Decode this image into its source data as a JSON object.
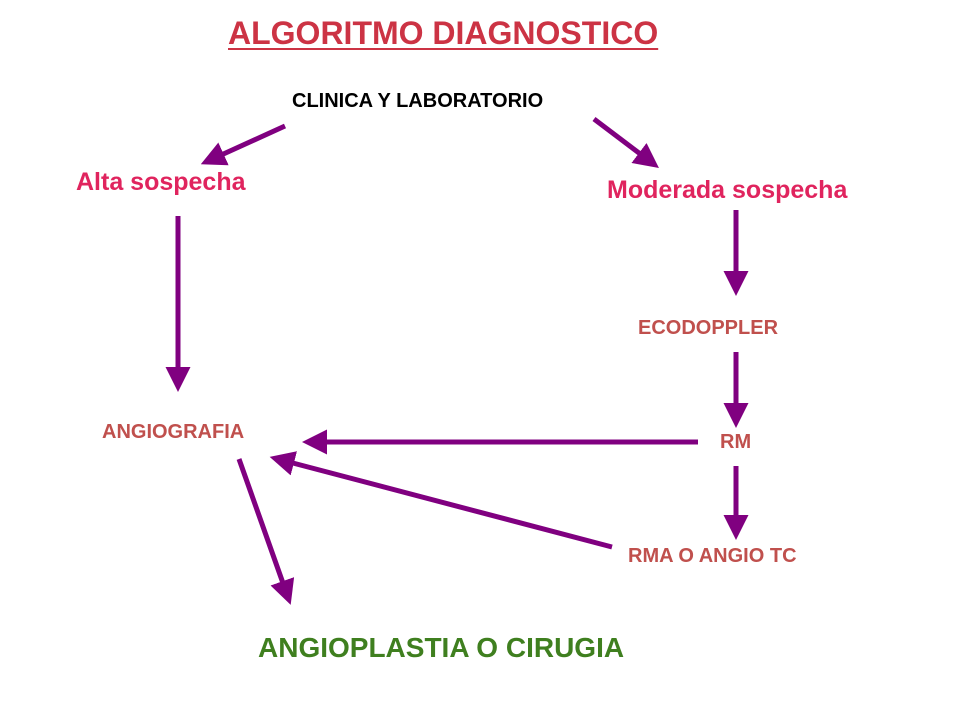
{
  "title": "ALGORITMO DIAGNOSTICO",
  "nodes": {
    "start": "CLINICA Y LABORATORIO",
    "high_suspicion": "Alta sospecha",
    "moderate_suspicion": "Moderada sospecha",
    "ecodoppler": "ECODOPPLER",
    "angiografia": "ANGIOGRAFIA",
    "rm": "RM",
    "rma_angio_tc": "RMA O ANGIO TC",
    "final": "ANGIOPLASTIA O CIRUGIA"
  },
  "edges": [
    {
      "from": "CLINICA Y LABORATORIO",
      "to": "Alta sospecha"
    },
    {
      "from": "CLINICA Y LABORATORIO",
      "to": "Moderada sospecha"
    },
    {
      "from": "Alta sospecha",
      "to": "ANGIOGRAFIA"
    },
    {
      "from": "Moderada sospecha",
      "to": "ECODOPPLER"
    },
    {
      "from": "ECODOPPLER",
      "to": "RM"
    },
    {
      "from": "RM",
      "to": "ANGIOGRAFIA"
    },
    {
      "from": "RM",
      "to": "RMA O ANGIO TC"
    },
    {
      "from": "RMA O ANGIO TC",
      "to": "ANGIOGRAFIA"
    },
    {
      "from": "ANGIOGRAFIA",
      "to": "ANGIOPLASTIA O CIRUGIA"
    }
  ],
  "colors": {
    "title": "#cc3344",
    "suspicion": "#e0245e",
    "test": "#c0504d",
    "final": "#3f7f1f",
    "arrow": "#800080"
  }
}
